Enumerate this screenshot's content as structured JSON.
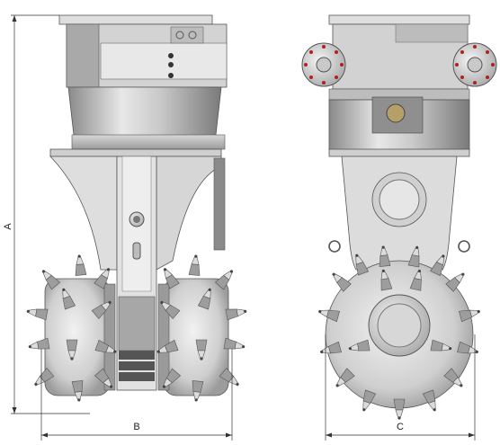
{
  "dimensions": {
    "a": "A",
    "b": "B",
    "c": "C"
  },
  "colors": {
    "steel_light": "#e4e4e4",
    "steel_mid": "#bdbdbd",
    "steel_dark": "#7d7d7d",
    "shadow": "#4a4a4a",
    "line": "#555555",
    "dim_line": "#333333"
  }
}
